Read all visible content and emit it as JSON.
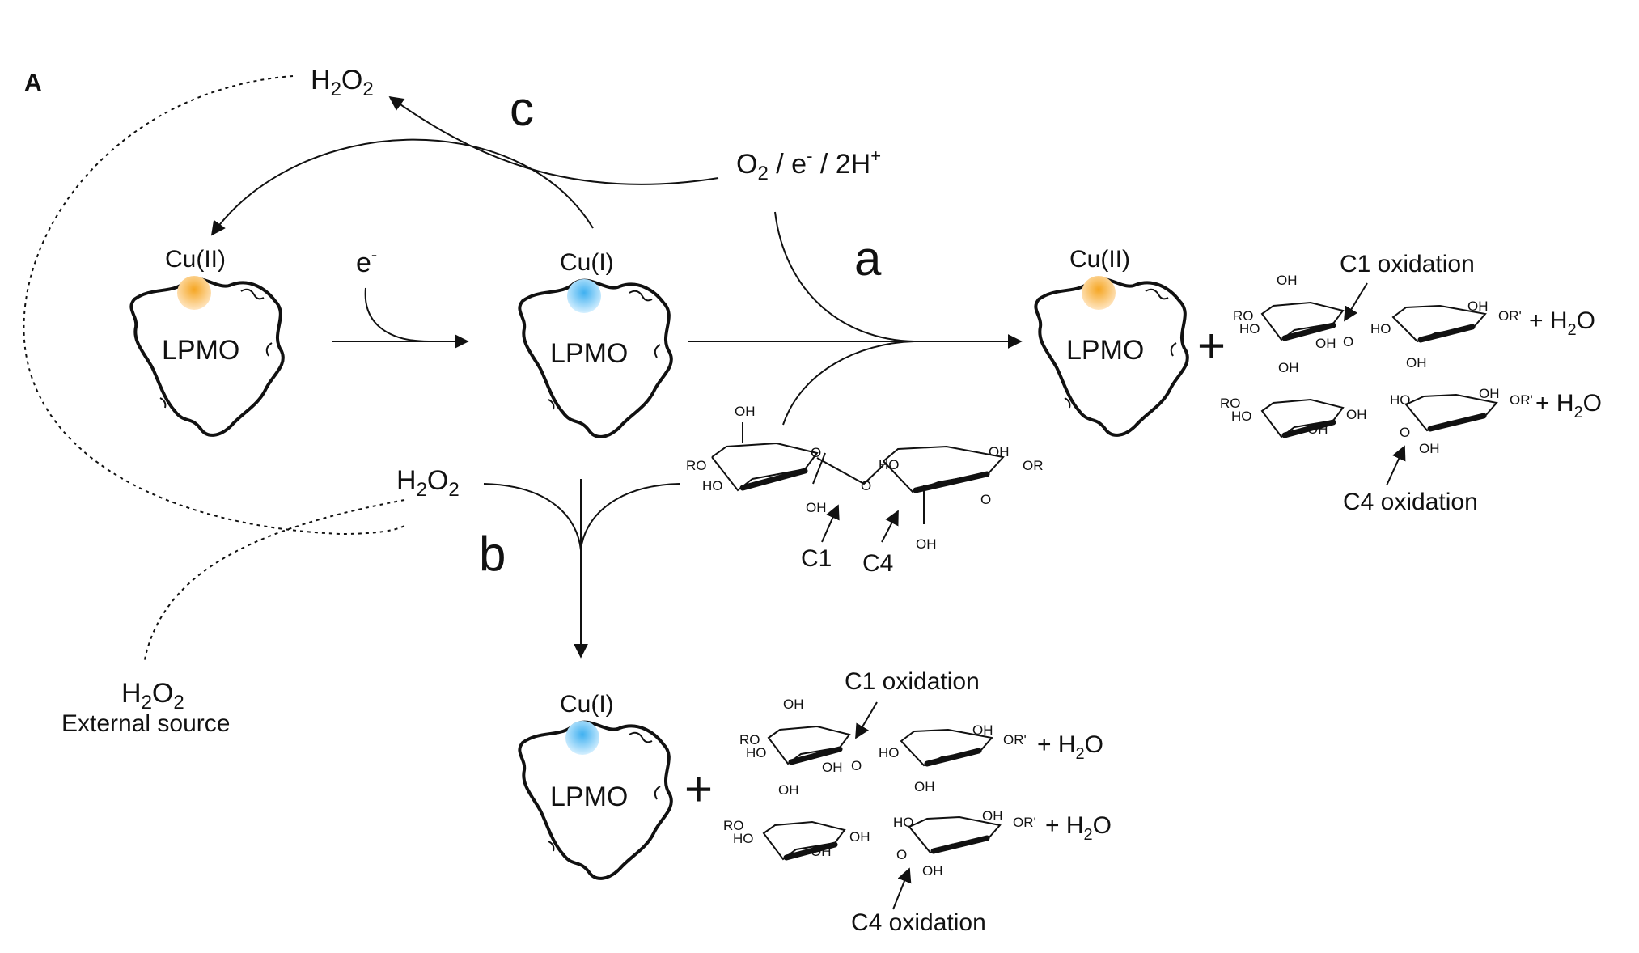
{
  "panel": "A",
  "pathways": {
    "a": "a",
    "b": "b",
    "c": "c"
  },
  "enzyme": "LPMO",
  "copper": {
    "oxidized": "Cu(II)",
    "reduced": "Cu(I)"
  },
  "copper_colors": {
    "cu2": "#f5a623",
    "cu1": "#3fb0f0"
  },
  "species": {
    "h2o2": "H2O2",
    "o2_electron_protons": "O2 / e- / 2H+",
    "electron": "e-",
    "water": "+ H2O",
    "plus": "+",
    "external_source": "External source"
  },
  "annotations": {
    "c1_oxidation": "C1 oxidation",
    "c4_oxidation": "C4 oxidation",
    "c1": "C1",
    "c4": "C4"
  },
  "sugar_labels": {
    "oh": "OH",
    "ho": "HO",
    "ro": "RO",
    "or": "OR",
    "or_prime": "OR'",
    "o": "O"
  }
}
